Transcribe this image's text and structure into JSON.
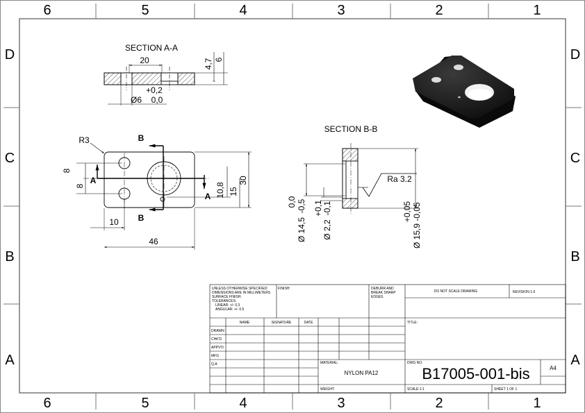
{
  "zones": {
    "columns": [
      "6",
      "5",
      "4",
      "3",
      "2",
      "1"
    ],
    "rows": [
      "D",
      "C",
      "B",
      "A"
    ]
  },
  "views": {
    "section_aa": {
      "title": "SECTION A-A",
      "dims": {
        "width": "20",
        "depth1": "4,7",
        "depth2": "6",
        "tol": "+0,2",
        "dia": "Ø6",
        "tol_low": "0,0"
      }
    },
    "front": {
      "radius": "R3",
      "dims": {
        "v8a": "8",
        "v8b": "8",
        "h10": "10",
        "h46": "46",
        "v10_8": "10,8",
        "v15": "15",
        "v30": "30"
      },
      "labels": {
        "a_left": "A",
        "a_right": "A",
        "b_top": "B",
        "b_bottom": "B"
      }
    },
    "section_bb": {
      "title": "SECTION B-B",
      "roughness": "Ra  3.2",
      "dims": {
        "d1_tol_up": "0,0",
        "d1_tol_low": "-0,5",
        "d1": "Ø 14,5",
        "d2_tol_up": "+0,1",
        "d2_tol_low": "-0,1",
        "d2": "Ø 2,2",
        "d3_tol_up": "+0,05",
        "d3_tol_low": "-0,05",
        "d3": "Ø 15,9"
      }
    }
  },
  "title_block": {
    "notes": [
      "UNLESS OTHERWISE SPECIFIED:",
      "DIMENSIONS ARE IN MILLIMETERS",
      "SURFACE FINISH:",
      "TOLERANCES:",
      "LINEAR: +/- 0.3",
      "ANGULAR: +/- 0.5"
    ],
    "finish_label": "FINISH:",
    "deburr": [
      "DEBURR AND",
      "BREAK SHARP",
      "EDGES"
    ],
    "do_not_scale": "DO NOT SCALE DRAWING",
    "revision": "REVISION 1.0",
    "headers": {
      "name": "NAME",
      "signature": "SIGNATURE",
      "date": "DATE"
    },
    "row_labels": [
      "DRAWN",
      "CHK'D",
      "APPV'D",
      "MFG",
      "Q.A"
    ],
    "title_label": "TITLE:",
    "material_label": "MATERIAL:",
    "material": "NYLON PA12",
    "dwg_label": "DWG NO.",
    "dwg_no": "B17005-001-bis",
    "size": "A4",
    "weight_label": "WEIGHT:",
    "scale": "SCALE:1:1",
    "sheet": "SHEET 1 OF 1"
  }
}
